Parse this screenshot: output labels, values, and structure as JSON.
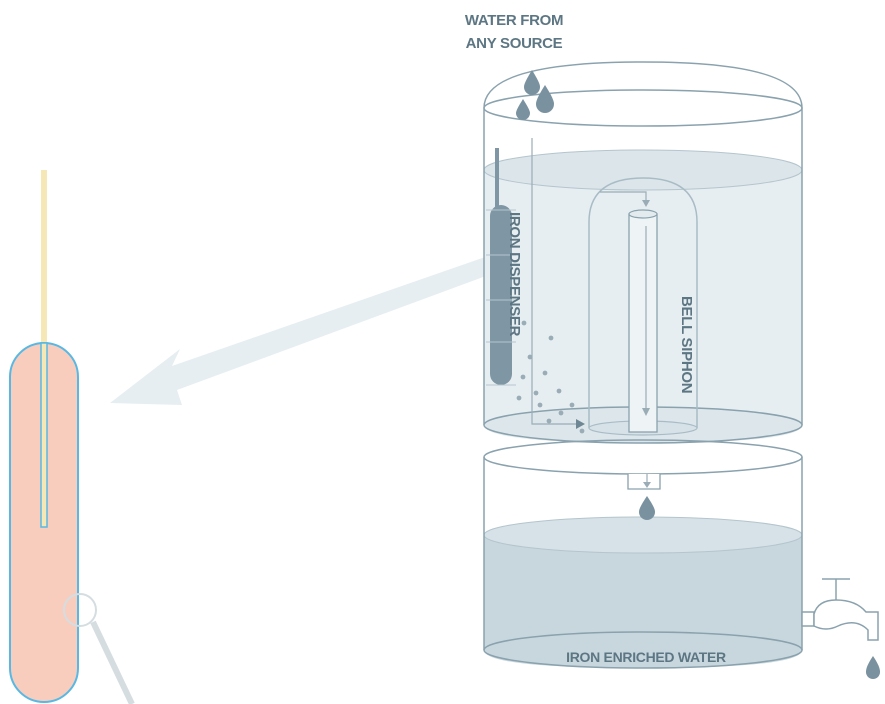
{
  "labels": {
    "source_line1": "WATER FROM",
    "source_line2": "ANY SOURCE",
    "iron_dispenser": "IRON DISPENSER",
    "bell_siphon": "BELL SIPHON",
    "output": "IRON ENRICHED WATER"
  },
  "colors": {
    "outline": "#8aa2ae",
    "water_top": "#e6eef1",
    "water_bottom": "#c8d7dd",
    "dispenser": "#7f97a4",
    "drop": "#7a929f",
    "particles": "#9aadb7",
    "arrow": "#e6eef1",
    "rod_body": "#f8cdbd",
    "rod_outline": "#58b8e3",
    "rod_wire": "#f6e7b6",
    "label": "#5d7683"
  }
}
